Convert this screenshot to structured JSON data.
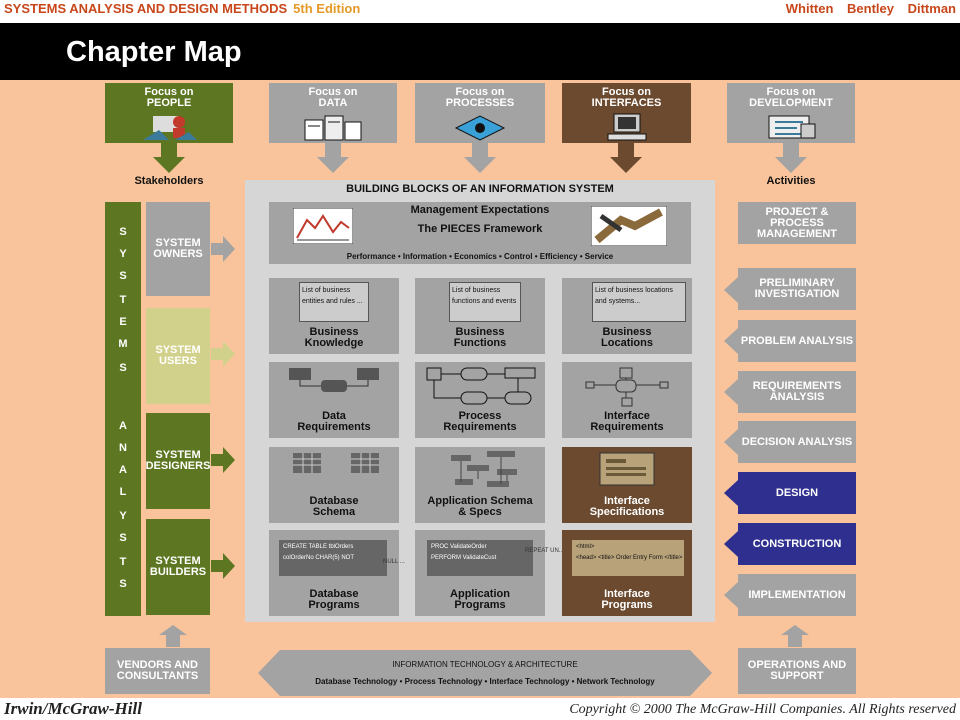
{
  "header": {
    "book_title": "SYSTEMS ANALYSIS AND DESIGN METHODS",
    "edition": "5th Edition",
    "authors": "Whitten Bentley Dittman",
    "slide_title": "Chapter Map"
  },
  "focus": [
    {
      "line1": "Focus on",
      "line2": "PEOPLE"
    },
    {
      "line1": "Focus on",
      "line2": "DATA"
    },
    {
      "line1": "Focus on",
      "line2": "PROCESSES"
    },
    {
      "line1": "Focus on",
      "line2": "INTERFACES"
    },
    {
      "line1": "Focus on",
      "line2": "DEVELOPMENT"
    }
  ],
  "labels": {
    "stakeholders": "Stakeholders",
    "activities": "Activities"
  },
  "systems_analysts": "SYSTEMS ANALYSTS",
  "stakeholders": [
    "System Owners",
    "System Users",
    "System Designers",
    "System Builders"
  ],
  "panel": {
    "title": "BUILDING BLOCKS OF AN INFORMATION SYSTEM",
    "mgmt_line1": "Management Expectations",
    "mgmt_line2": "The PIECES Framework",
    "pieces": "Performance • Information • Economics • Control • Efficiency • Service"
  },
  "blocks": {
    "r1": [
      {
        "note": "List of business entities and rules ...",
        "cap1": "Business",
        "cap2": "Knowledge"
      },
      {
        "note": "List of business functions and events",
        "cap1": "Business",
        "cap2": "Functions"
      },
      {
        "note": "List of business locations and systems...",
        "cap1": "Business",
        "cap2": "Locations"
      }
    ],
    "r2": [
      {
        "cap1": "Data",
        "cap2": "Requirements"
      },
      {
        "cap1": "Process",
        "cap2": "Requirements"
      },
      {
        "cap1": "Interface",
        "cap2": "Requirements"
      }
    ],
    "r3": [
      {
        "cap1": "Database",
        "cap2": "Schema"
      },
      {
        "cap1": "Application Schema",
        "cap2": "& Specs"
      },
      {
        "cap1": "Interface",
        "cap2": "Specifications"
      }
    ],
    "r4": [
      {
        "code1": "CREATE TABLE tblOrders",
        "code2": "colOrderNo CHAR(5) NOT",
        "code3": "NULL ...",
        "cap1": "Database",
        "cap2": "Programs"
      },
      {
        "code1": "PROC ValidateOrder",
        "code2": "PERFORM ValidateCust",
        "code3": "REPEAT UN...",
        "cap1": "Application",
        "cap2": "Programs"
      },
      {
        "code1": "<html>",
        "code2": "<head> <title> Order Entry Form </title> ...",
        "code3": "",
        "cap1": "Interface",
        "cap2": "Programs"
      }
    ]
  },
  "activities": [
    "Project & Process Management",
    "Preliminary Investigation",
    "Problem Analysis",
    "Requirements Analysis",
    "Decision Analysis",
    "Design",
    "Construction",
    "Implementation"
  ],
  "bottom": {
    "vendors": "Vendors and Consultants",
    "it_title": "INFORMATION TECHNOLOGY & ARCHITECTURE",
    "it_items": "Database Technology • Process Technology • Interface Technology • Network Technology",
    "operations": "Operations and Support"
  },
  "footer": {
    "publisher": "Irwin/McGraw-Hill",
    "copyright": "Copyright © 2000 The McGraw-Hill Companies. All Rights reserved"
  },
  "colors": {
    "accent_green": "#5d7621",
    "light_green": "#d1d18b",
    "brown": "#6b4a2f",
    "blue": "#2f2f8f",
    "peach": "#f9c49b",
    "gray": "#a3a3a3"
  }
}
